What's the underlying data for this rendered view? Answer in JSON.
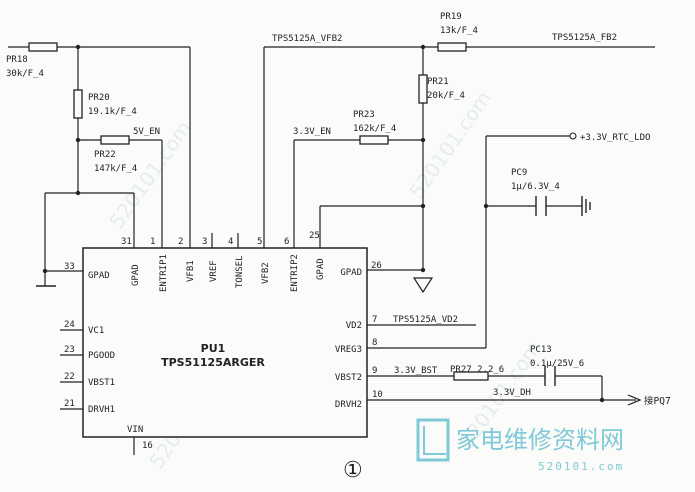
{
  "ic": {
    "ref": "PU1",
    "part": "TPS51125ARGER",
    "pins": {
      "p33": {
        "num": "33",
        "name": "GPAD"
      },
      "p24": {
        "num": "24",
        "name": "VC1"
      },
      "p23": {
        "num": "23",
        "name": "PGOOD"
      },
      "p22": {
        "num": "22",
        "name": "VBST1"
      },
      "p21": {
        "num": "21",
        "name": "DRVH1"
      },
      "p31": {
        "num": "31",
        "name": "GPAD"
      },
      "p1": {
        "num": "1",
        "name": "ENTRIP1"
      },
      "p2": {
        "num": "2",
        "name": "VFB1"
      },
      "p3": {
        "num": "3",
        "name": "VREF"
      },
      "p4": {
        "num": "4",
        "name": "TONSEL"
      },
      "p5": {
        "num": "5",
        "name": "VFB2"
      },
      "p6": {
        "num": "6",
        "name": "ENTRIP2"
      },
      "p25": {
        "num": "25",
        "name": "GPAD"
      },
      "p26": {
        "num": "26",
        "name": "GPAD"
      },
      "p7": {
        "num": "7",
        "name": "VD2"
      },
      "p8": {
        "num": "8",
        "name": "VREG3"
      },
      "p9": {
        "num": "9",
        "name": "VBST2"
      },
      "p10": {
        "num": "10",
        "name": "DRVH2"
      },
      "p16": {
        "num": "16",
        "name": "VIN"
      }
    }
  },
  "components": {
    "pr18": {
      "ref": "PR18",
      "value": "30k/F_4"
    },
    "pr20": {
      "ref": "PR20",
      "value": "19.1k/F_4"
    },
    "pr22": {
      "ref": "PR22",
      "value": "147k/F_4"
    },
    "pr19": {
      "ref": "PR19",
      "value": "13k/F_4"
    },
    "pr21": {
      "ref": "PR21",
      "value": "20k/F_4"
    },
    "pr23": {
      "ref": "PR23",
      "value": "162k/F_4"
    },
    "pc9": {
      "ref": "PC9",
      "value": "1μ/6.3V_4"
    },
    "pr27": {
      "ref": "PR27",
      "value": "2.2_6"
    },
    "pc13": {
      "ref": "PC13",
      "value": "0.1μ/25V_6"
    }
  },
  "nets": {
    "vfb2": "TPS5125A_VFB2",
    "fb2": "TPS5125A_FB2",
    "en5": "5V_EN",
    "en33": "3.3V_EN",
    "rtc": "+3.3V_RTC_LDO",
    "vd2": "TPS5125A_VD2",
    "bst": "3.3V_BST",
    "dh": "3.3V_DH",
    "to": "接PQ7"
  },
  "footer": {
    "label": "①",
    "watermark": "家电维修资料网",
    "site": "520101.com"
  }
}
